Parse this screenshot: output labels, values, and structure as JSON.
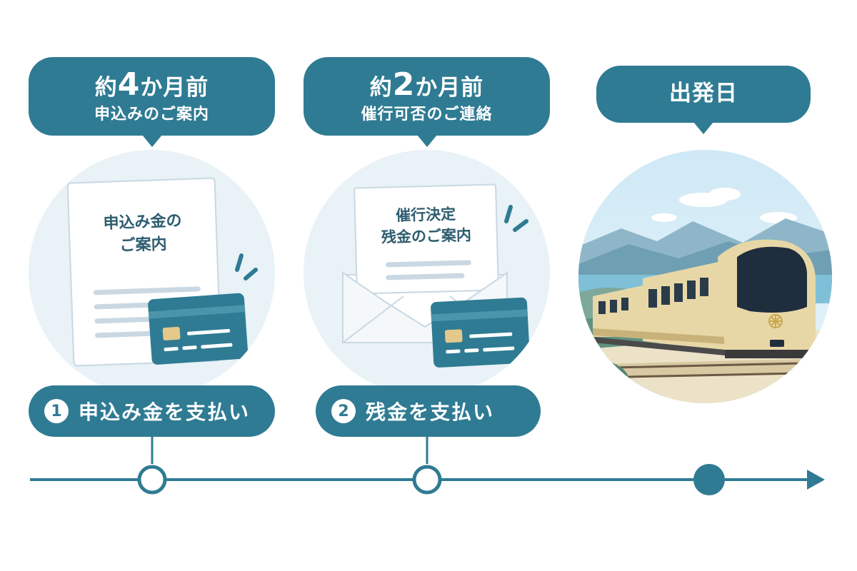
{
  "steps": [
    {
      "timing_prefix": "約",
      "timing_number": "4",
      "timing_suffix": "か月前",
      "caption": "申込みのご案内",
      "doc_line1": "申込み金の",
      "doc_line2": "ご案内",
      "action_number": "1",
      "action_label": "申込み金を支払い",
      "icon": "credit-card-icon"
    },
    {
      "timing_prefix": "約",
      "timing_number": "2",
      "timing_suffix": "か月前",
      "caption": "催行可否のご連絡",
      "doc_line1": "催行決定",
      "doc_line2": "残金のご案内",
      "action_number": "2",
      "action_label": "残金を支払い",
      "icon": "envelope-icon"
    },
    {
      "timing_label": "出発日",
      "icon": "train-icon"
    }
  ],
  "colors": {
    "primary": "#2f7b93",
    "circle_bg": "#e8f2f7",
    "card": "#2f7b93",
    "chip": "#e4c98a",
    "train_body": "#e8d7a6"
  }
}
